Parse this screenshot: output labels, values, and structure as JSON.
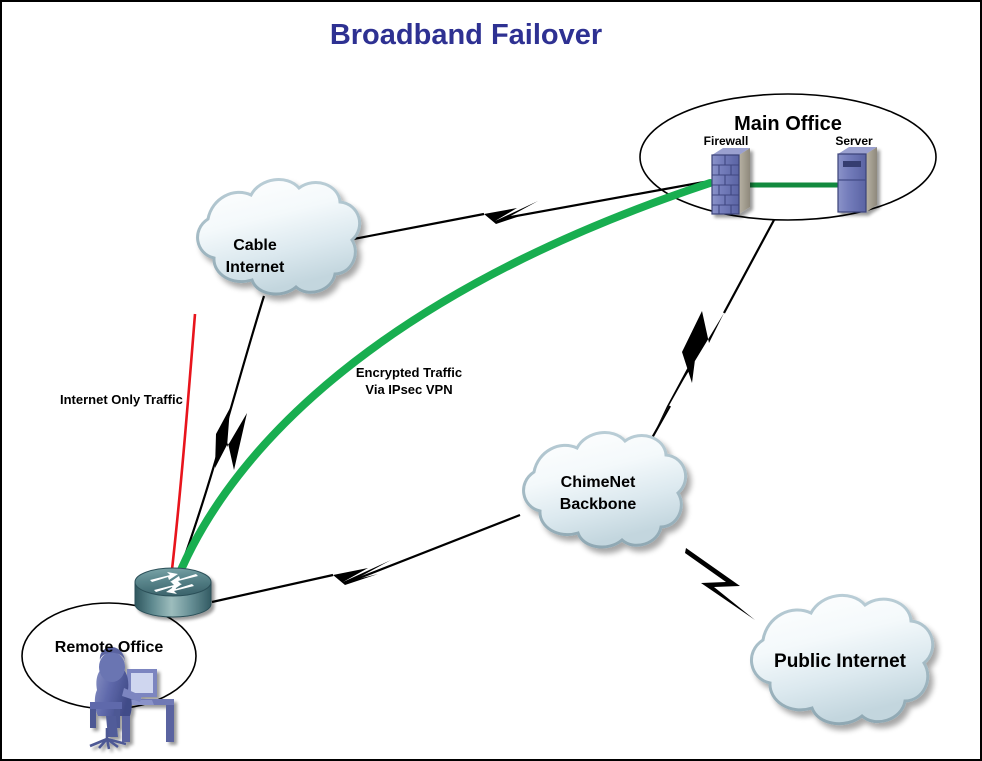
{
  "page": {
    "title": "Broadband Failover",
    "title_color": "#2e3192",
    "background": "#ffffff",
    "border_color": "#000000"
  },
  "zones": [
    {
      "id": "main-office",
      "label": "Main Office",
      "shape": "ellipse"
    },
    {
      "id": "remote-office",
      "label": "Remote Office",
      "shape": "ellipse"
    }
  ],
  "nodes": [
    {
      "id": "firewall",
      "label": "Firewall",
      "icon": "firewall-icon",
      "zone": "main-office"
    },
    {
      "id": "server",
      "label": "Server",
      "icon": "server-icon",
      "zone": "main-office"
    },
    {
      "id": "cable-internet",
      "label_line1": "Cable",
      "label_line2": "Internet",
      "icon": "cloud-icon"
    },
    {
      "id": "chimenet-backbone",
      "label_line1": "ChimeNet",
      "label_line2": "Backbone",
      "icon": "cloud-icon"
    },
    {
      "id": "public-internet",
      "label": "Public Internet",
      "icon": "cloud-icon"
    },
    {
      "id": "router",
      "label": "",
      "icon": "router-icon",
      "zone": "remote-office"
    },
    {
      "id": "workstation",
      "label": "",
      "icon": "workstation-icon",
      "zone": "remote-office"
    }
  ],
  "link_labels": {
    "internet_only": "Internet Only Traffic",
    "encrypted_line1": "Encrypted Traffic",
    "encrypted_line2": "Via IPsec VPN"
  },
  "colors": {
    "vpn_tunnel_green": "#18ae50",
    "internet_only_red": "#e8141c",
    "link_black": "#000000",
    "device_blue": "#6b74b8",
    "router_teal": "#4f7f86",
    "cloud_fill": "#eef4f7"
  }
}
